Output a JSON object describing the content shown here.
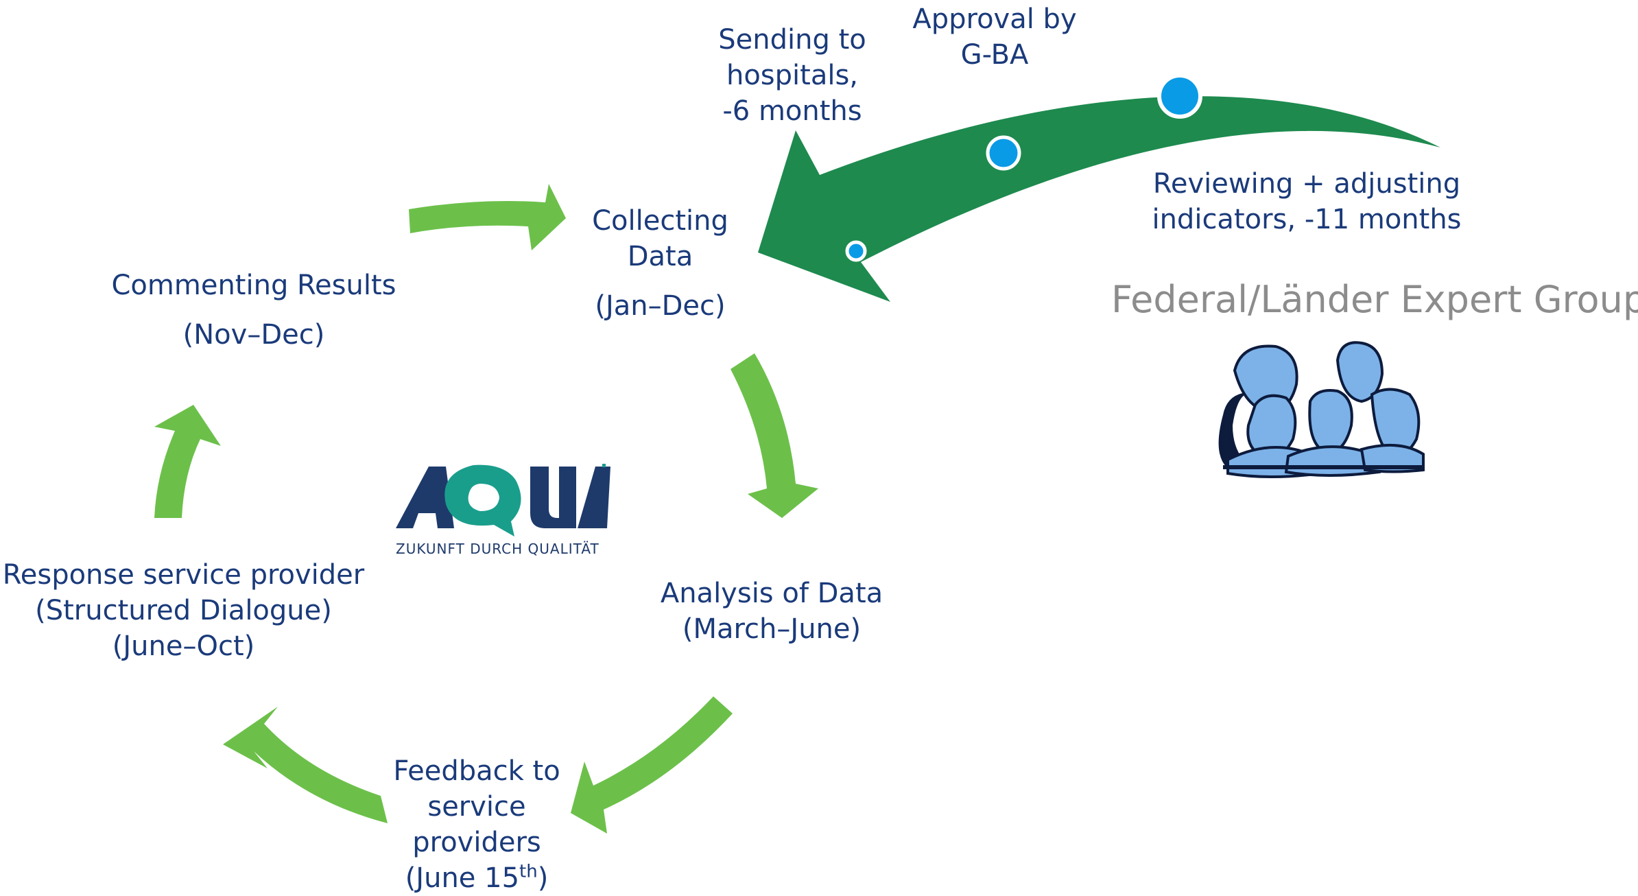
{
  "cycle": {
    "collecting": {
      "title_l1": "Collecting",
      "title_l2": "Data",
      "period": "(Jan–Dec)"
    },
    "analysis": {
      "l1": "Analysis of Data",
      "l2": "(March–June)"
    },
    "feedback": {
      "l1": "Feedback to",
      "l2": "service",
      "l3": "providers",
      "l4_pre": "(June 15",
      "l4_sup": "th",
      "l4_post": ")"
    },
    "response": {
      "l1": "Response service provider",
      "l2": "(Structured Dialogue)",
      "l3": "(June–Oct)"
    },
    "commenting": {
      "l1": "Commenting Results",
      "l2": "(Nov–Dec)"
    }
  },
  "timeline": {
    "sending": {
      "l1": "Sending to",
      "l2": "hospitals,",
      "l3": "-6 months"
    },
    "approval": {
      "l1": "Approval by",
      "l2": "G-BA"
    },
    "reviewing": {
      "l1": "Reviewing + adjusting",
      "l2": "indicators, -11 months"
    }
  },
  "experts": {
    "label": "Federal/Länder Expert Groups"
  },
  "logo": {
    "wordmark": "AQUA",
    "tagline": "ZUKUNFT DURCH QUALITÄT"
  },
  "colors": {
    "cycle_arrow": "#6cc04a",
    "timeline_arrow": "#1e8a4e",
    "milestone_dot": "#0a9be6",
    "label_text": "#1a3a7a",
    "expert_text": "#8c8c8c",
    "logo_navy": "#1e3a6b",
    "logo_teal": "#1a9e8c"
  },
  "icons": [
    "cycle-arrow",
    "timeline-arrow",
    "milestone-dot",
    "aqua-logo",
    "people-group-icon"
  ]
}
